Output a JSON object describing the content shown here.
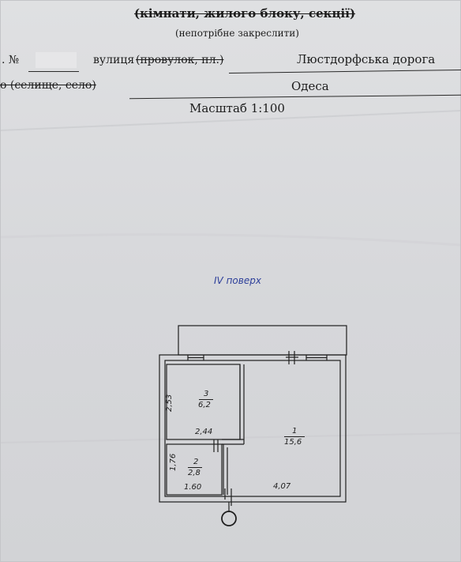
{
  "header": {
    "title_struck": "(кімнати, жилого блоку, секції)",
    "note": "(непотрібне закреслити)"
  },
  "address": {
    "number_label": ". №",
    "street_label": "вулиця",
    "street_type_struck": "(провулок, пл.)",
    "street_value": "Люстдорфська дорога",
    "settlement_struck": "о (селище, село)",
    "city_value": "Одеса"
  },
  "scale": "Масштаб 1:100",
  "floor_label": "IV поверх",
  "rooms": [
    {
      "number": "3",
      "area": "6,2"
    },
    {
      "number": "2",
      "area": "2,8"
    },
    {
      "number": "1",
      "area": "15,6"
    }
  ],
  "dimensions": {
    "room3_height": "2,53",
    "room3_width": "2,44",
    "room2_height": "1,76",
    "room2_width": "1.60",
    "room1_width": "4,07"
  }
}
